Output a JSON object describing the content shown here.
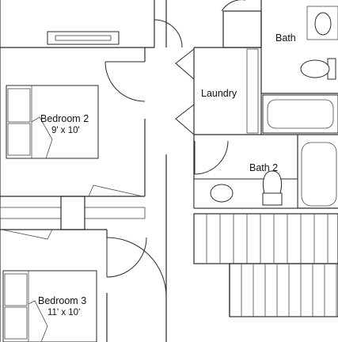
{
  "rooms": {
    "bath": {
      "label": "Bath"
    },
    "laundry": {
      "label": "Laundry"
    },
    "bath2": {
      "label": "Bath 2"
    },
    "bedroom2": {
      "label": "Bedroom 2",
      "size": "9' x 10'"
    },
    "bedroom3": {
      "label": "Bedroom 3",
      "size": "11' x 10'"
    }
  }
}
